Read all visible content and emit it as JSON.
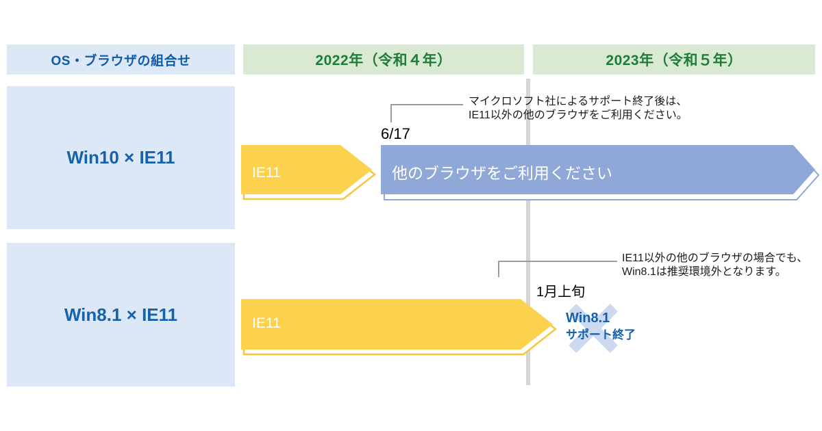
{
  "headers": {
    "os_browser": "OS・ブラウザの組合せ",
    "year_2022": "2022年（令和４年）",
    "year_2023": "2023年（令和５年）"
  },
  "rows": [
    {
      "os_label": "Win10 × IE11",
      "ie11_label": "IE11",
      "date_label": "6/17",
      "arrow_label": "他のブラウザをご利用ください",
      "note_line1": "マイクロソフト社によるサポート終了後は、",
      "note_line2": "IE11以外の他のブラウザをご利用ください。"
    },
    {
      "os_label": "Win8.1 × IE11",
      "ie11_label": "IE11",
      "date_label": "1月上旬",
      "end_label_line1": "Win8.1",
      "end_label_line2": "サポート終了",
      "note_line1": "IE11以外の他のブラウザの場合でも、",
      "note_line2": "Win8.1は推奨環境外となります。"
    }
  ],
  "colors": {
    "box_blue_bg": "#dce8f5",
    "box_blue_text": "#1661ae",
    "header_green_bg": "#d9e9d2",
    "header_green_text": "#1e7c39",
    "arrow_yellow": "#fbd14e",
    "arrow_yellow_outline": "#f6c63c",
    "arrow_blue": "#90a8d8",
    "arrow_blue_outline": "#8fa7d7",
    "divider_gray": "#d6d6d6",
    "bracket_gray": "#9b9b9b",
    "note_text": "#1a1a1a",
    "xmark_blue": "#ccd9ee"
  }
}
